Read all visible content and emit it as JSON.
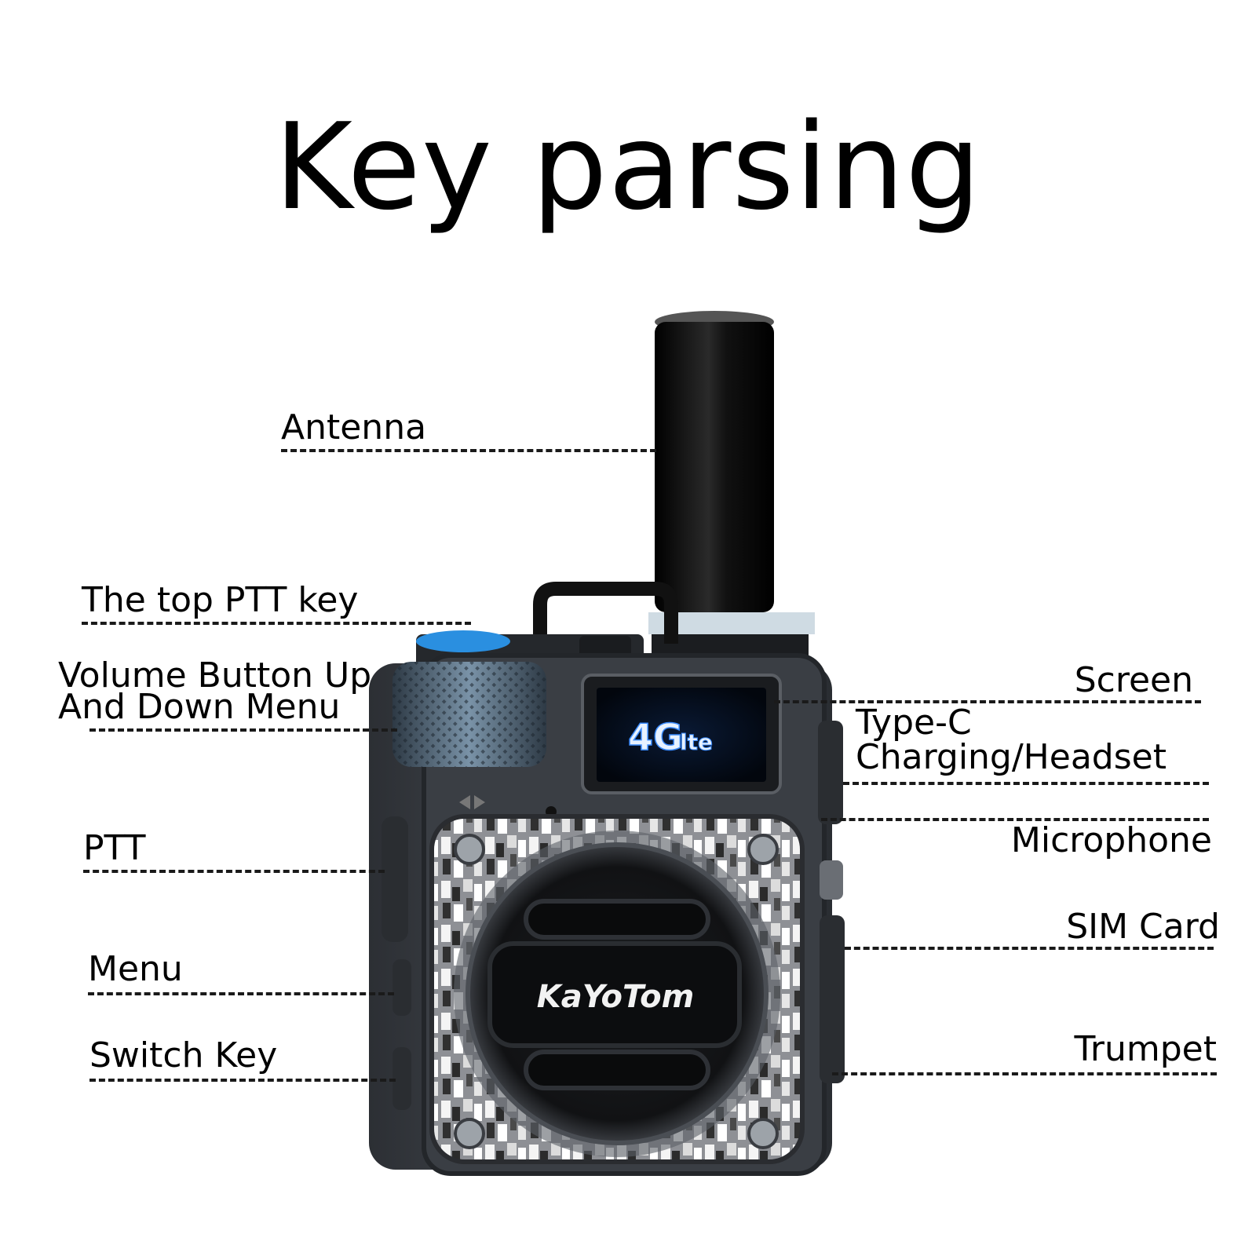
{
  "title": "Key parsing",
  "device": {
    "brand": "KaYoTom",
    "screen_text": "4G",
    "screen_suffix": "lte"
  },
  "callouts": {
    "antenna": "Antenna",
    "top_ptt": "The top PTT key",
    "volume_line1": "Volume Button Up",
    "volume_line2": "And Down Menu",
    "ptt": "PTT",
    "menu": "Menu",
    "switch_key": "Switch Key",
    "screen": "Screen",
    "typec_line1": "Type-C",
    "typec_line2": "Charging/Headset",
    "microphone": "Microphone",
    "sim_card": "SIM Card",
    "trumpet": "Trumpet"
  },
  "colors": {
    "body": "#3b3f45",
    "screen_glow": "#2f7fff",
    "ptt_key": "#2a8fe0",
    "knob": "#5d7386",
    "antenna_ring": "#cfdbe3"
  }
}
